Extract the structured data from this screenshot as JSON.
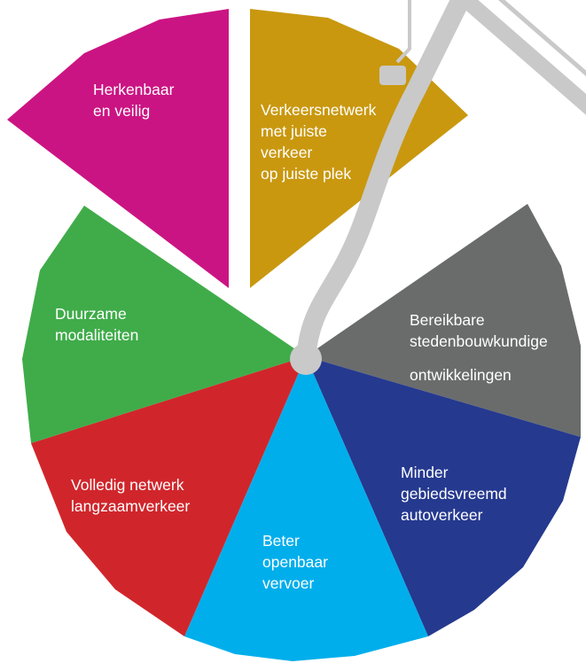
{
  "diagram": {
    "segments": [
      {
        "id": "herkenbaar",
        "color": "#CB1483",
        "lines": [
          "Herkenbaar",
          "en veilig"
        ]
      },
      {
        "id": "verkeersnetwerk",
        "color": "#C9980F",
        "lines": [
          "Verkeersnetwerk",
          "met juiste",
          "verkeer",
          "op juiste plek"
        ]
      },
      {
        "id": "bereikbaar",
        "color": "#6A6C6C",
        "lines": [
          "Bereikbare",
          "stedenbouwkundige",
          "ontwikkelingen"
        ]
      },
      {
        "id": "gebiedsvreemd",
        "color": "#25398F",
        "lines": [
          "Minder",
          "gebiedsvreemd",
          "autoverkeer"
        ]
      },
      {
        "id": "openbaar-vervoer",
        "color": "#00AEEB",
        "lines": [
          "Beter",
          "openbaar",
          "vervoer"
        ]
      },
      {
        "id": "langzaamverkeer",
        "color": "#D0262B",
        "lines": [
          "Volledig netwerk",
          "langzaamverkeer"
        ]
      },
      {
        "id": "duurzaam",
        "color": "#3FAC49",
        "lines": [
          "Duurzame",
          "modaliteiten"
        ]
      }
    ],
    "pointer_color": "#C9C9C9"
  }
}
